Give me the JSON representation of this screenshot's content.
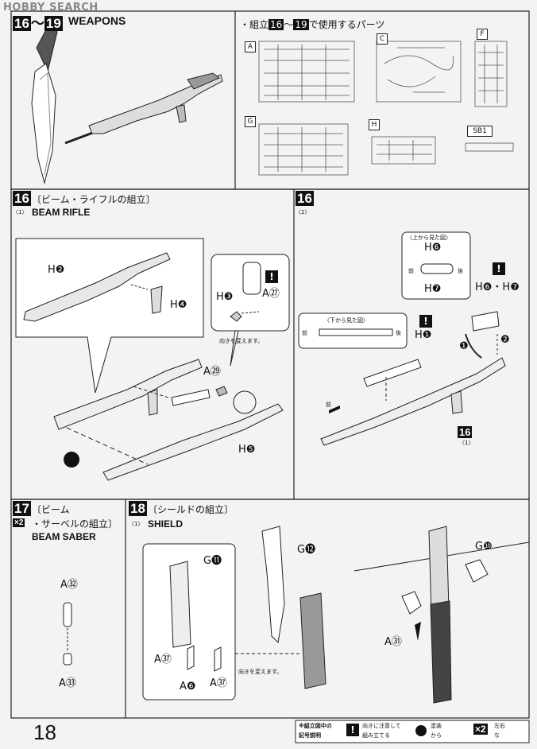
{
  "watermark": "HOBBY SEARCH",
  "top": {
    "step_from": "16",
    "step_to": "19",
    "title": "WEAPONS",
    "parts_heading_pre": "・組立",
    "parts_heading_mid": "～",
    "parts_heading_post": "で使用するパーツ",
    "runners": [
      "A",
      "C",
      "F",
      "G",
      "H",
      "SB1"
    ]
  },
  "step16a": {
    "number": "16",
    "title_jp": "〔ビーム・ライフルの組立〕",
    "sub": "〈1〉",
    "title_en": "BEAM RIFLE",
    "labels": {
      "h2": "H❷",
      "h4": "H❹",
      "h3": "H❸",
      "a27": "A㉗",
      "a29": "A㉙",
      "h5": "H❺"
    },
    "note": "向きを変えます。"
  },
  "step16b": {
    "number": "16",
    "sub": "〈2〉",
    "top_view": "〈上から見た図〉",
    "bottom_view": "〈下から見た図〉",
    "front": "前",
    "back": "後",
    "labels": {
      "h6": "H❻",
      "h7": "H❼",
      "h67": "H❻・H❼",
      "h1": "H❶",
      "n1": "❶",
      "n2": "❷",
      "ref": "16",
      "ref_sub": "〈1〉"
    }
  },
  "step17": {
    "number": "17",
    "mult": "×2",
    "title_jp_1": "〔ビーム",
    "title_jp_2": "・サーベルの組立〕",
    "title_en": "BEAM SABER",
    "labels": {
      "a32": "A㉜",
      "a33": "A㉝"
    }
  },
  "step18": {
    "number": "18",
    "title_jp": "〔シールドの組立〕",
    "sub": "〈1〉",
    "title_en": "SHIELD",
    "labels": {
      "g11": "G⓫",
      "g12": "G⓬",
      "a37a": "A㊲",
      "a6": "A❻",
      "a37b": "A㊲",
      "g10": "G❿",
      "a31": "A㉛"
    },
    "note": "向きを変えます。"
  },
  "footer": {
    "page": "18",
    "legend_title_1": "※組立図中の",
    "legend_title_2": "記号説明",
    "legend_excl_1": "向きに注意して",
    "legend_excl_2": "組み立てる",
    "legend_circle_1": "塗装",
    "legend_circle_2": "から",
    "legend_x2_1": "左右",
    "legend_x2_2": "な",
    "mult": "×2"
  }
}
